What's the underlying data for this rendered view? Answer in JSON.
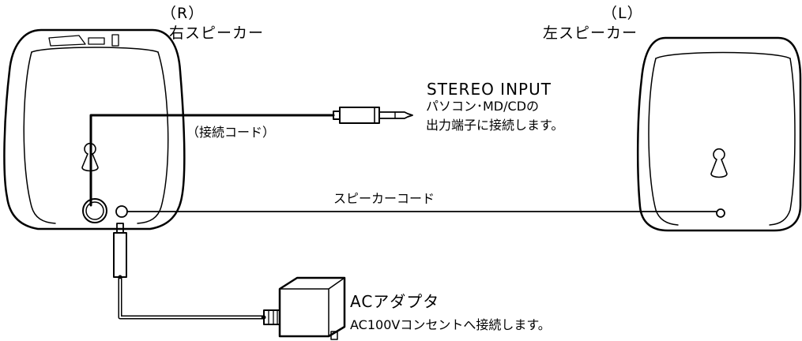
{
  "right_speaker": {
    "side": "（R）",
    "name": "右スピーカー"
  },
  "left_speaker": {
    "side": "（L）",
    "name": "左スピーカー"
  },
  "stereo_input": {
    "title": "STEREO INPUT",
    "line1": "パソコン･MD/CDの",
    "line2": "出力端子に接続します。"
  },
  "connection_cord_label": "（接続コード）",
  "speaker_cord_label": "スピーカーコード",
  "ac_adapter": {
    "title": "ACアダプタ",
    "description": "AC100Vコンセントへ接続します。"
  }
}
